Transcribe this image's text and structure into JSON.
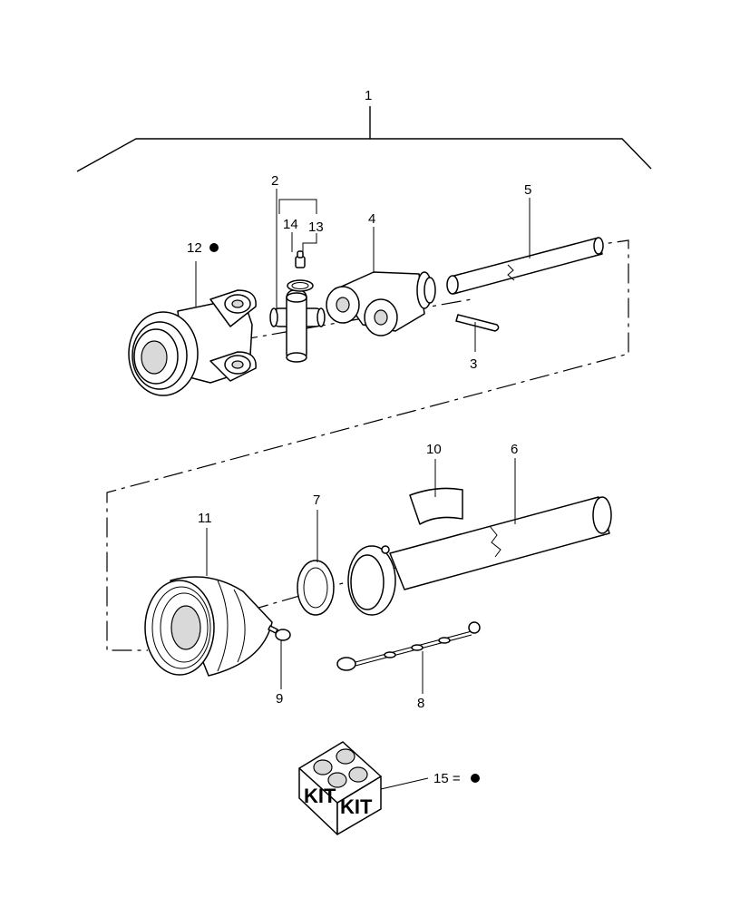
{
  "callouts": {
    "c1": "1",
    "c2": "2",
    "c3": "3",
    "c4": "4",
    "c5": "5",
    "c6": "6",
    "c7": "7",
    "c8": "8",
    "c9": "9",
    "c10": "10",
    "c11": "11",
    "c12": "12",
    "c13": "13",
    "c14": "14",
    "c15": "15 ="
  },
  "kit": {
    "left": "KIT",
    "right": "KIT"
  },
  "colors": {
    "line": "#000000",
    "background": "#ffffff",
    "shade": "#d9d9d9"
  }
}
